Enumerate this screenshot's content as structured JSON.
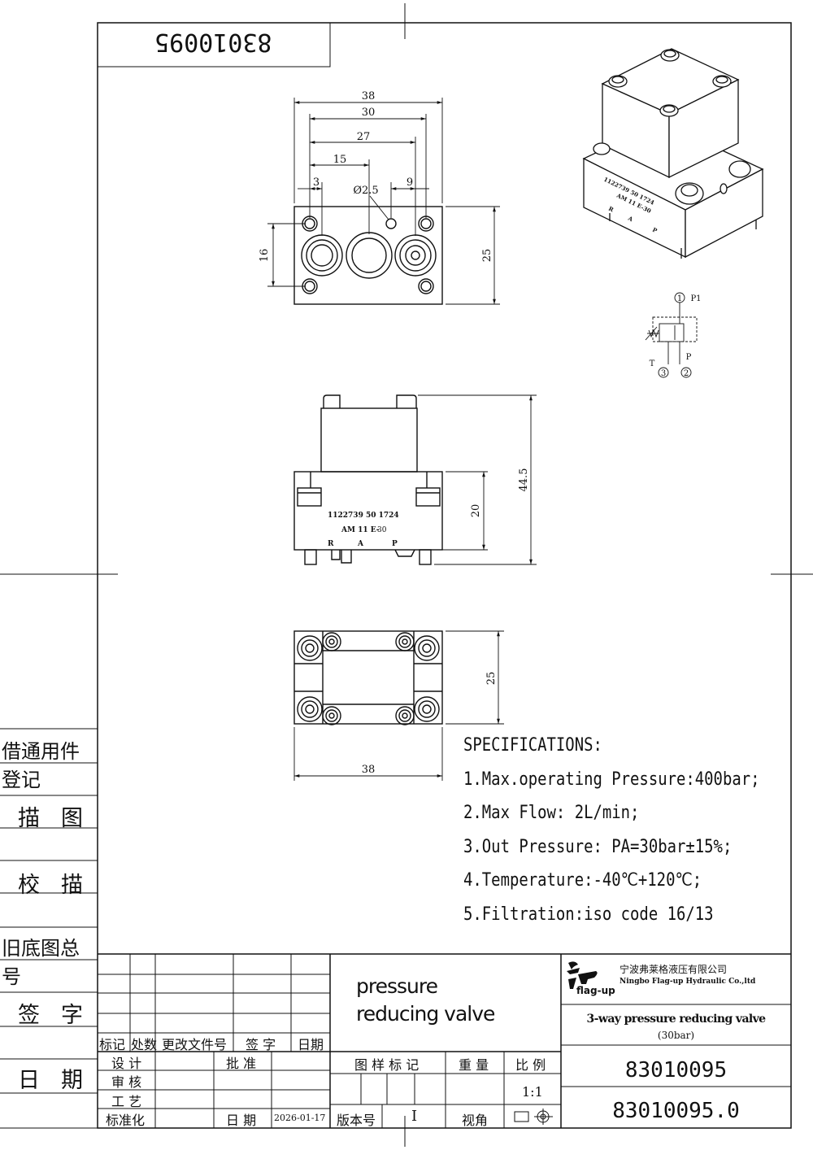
{
  "header": {
    "part_number_rotated": "83010095"
  },
  "dimensions": {
    "top": {
      "d38": "38",
      "d30": "30",
      "d27": "27",
      "d15": "15",
      "d3": "3",
      "d9": "9",
      "hole": "Ø2.5",
      "d16": "16",
      "d25": "25"
    },
    "front": {
      "d20": "20",
      "d44": "44.5"
    },
    "bottom": {
      "d25": "25",
      "d38": "38"
    }
  },
  "engraving": {
    "line1": "1122739  50  1724",
    "line2a": "AM  11  E-",
    "line2b": "30",
    "ports": [
      "R",
      "A",
      "P"
    ]
  },
  "iso_engraving": {
    "line1": "1122739  50  1724",
    "line2": "AM 11 E-30",
    "ports": [
      "R",
      "A",
      "P"
    ]
  },
  "schematic": {
    "port1": "1",
    "p1": "P1",
    "port2": "2",
    "p": "P",
    "port3": "3",
    "t": "T"
  },
  "side_labels": [
    "借通用件登记",
    "描图",
    "校描",
    "旧底图总号",
    "签字",
    "日期"
  ],
  "specifications": {
    "title": "SPECIFICATIONS:",
    "items": [
      "1.Max.operating Pressure:400bar;",
      "2.Max Flow: 2L/min;",
      "3.Out Pressure: PA=30bar±15%;",
      "4.Temperature:-40℃+120℃;",
      "5.Filtration:iso code 16/13"
    ]
  },
  "title_block": {
    "product_title": "pressure reducing valve",
    "headers": {
      "mark": "标记",
      "count": "处数",
      "change_doc": "更改文件号",
      "sign": "签 字",
      "date": "日期"
    },
    "roles": {
      "design": "设 计",
      "review": "审 核",
      "process": "工 艺",
      "standard": "标准化",
      "approve": "批 准",
      "date_label": "日 期"
    },
    "date_value": "2026-01-17",
    "labels": {
      "sample_mark": "图 样 标 记",
      "weight": "重 量",
      "scale": "比 例",
      "version": "版本号",
      "view": "视角"
    },
    "scale_value": "1:1",
    "version_value": "I",
    "company_cn": "宁波弗莱格液压有限公司",
    "company_en": "Ningbo Flag-up Hydraulic Co.,ltd",
    "logo_text": "flag-up",
    "description": "3-way pressure reducing valve",
    "description_sub": "(30bar)",
    "drawing_number": "83010095",
    "drawing_number_rev": "83010095.0"
  }
}
